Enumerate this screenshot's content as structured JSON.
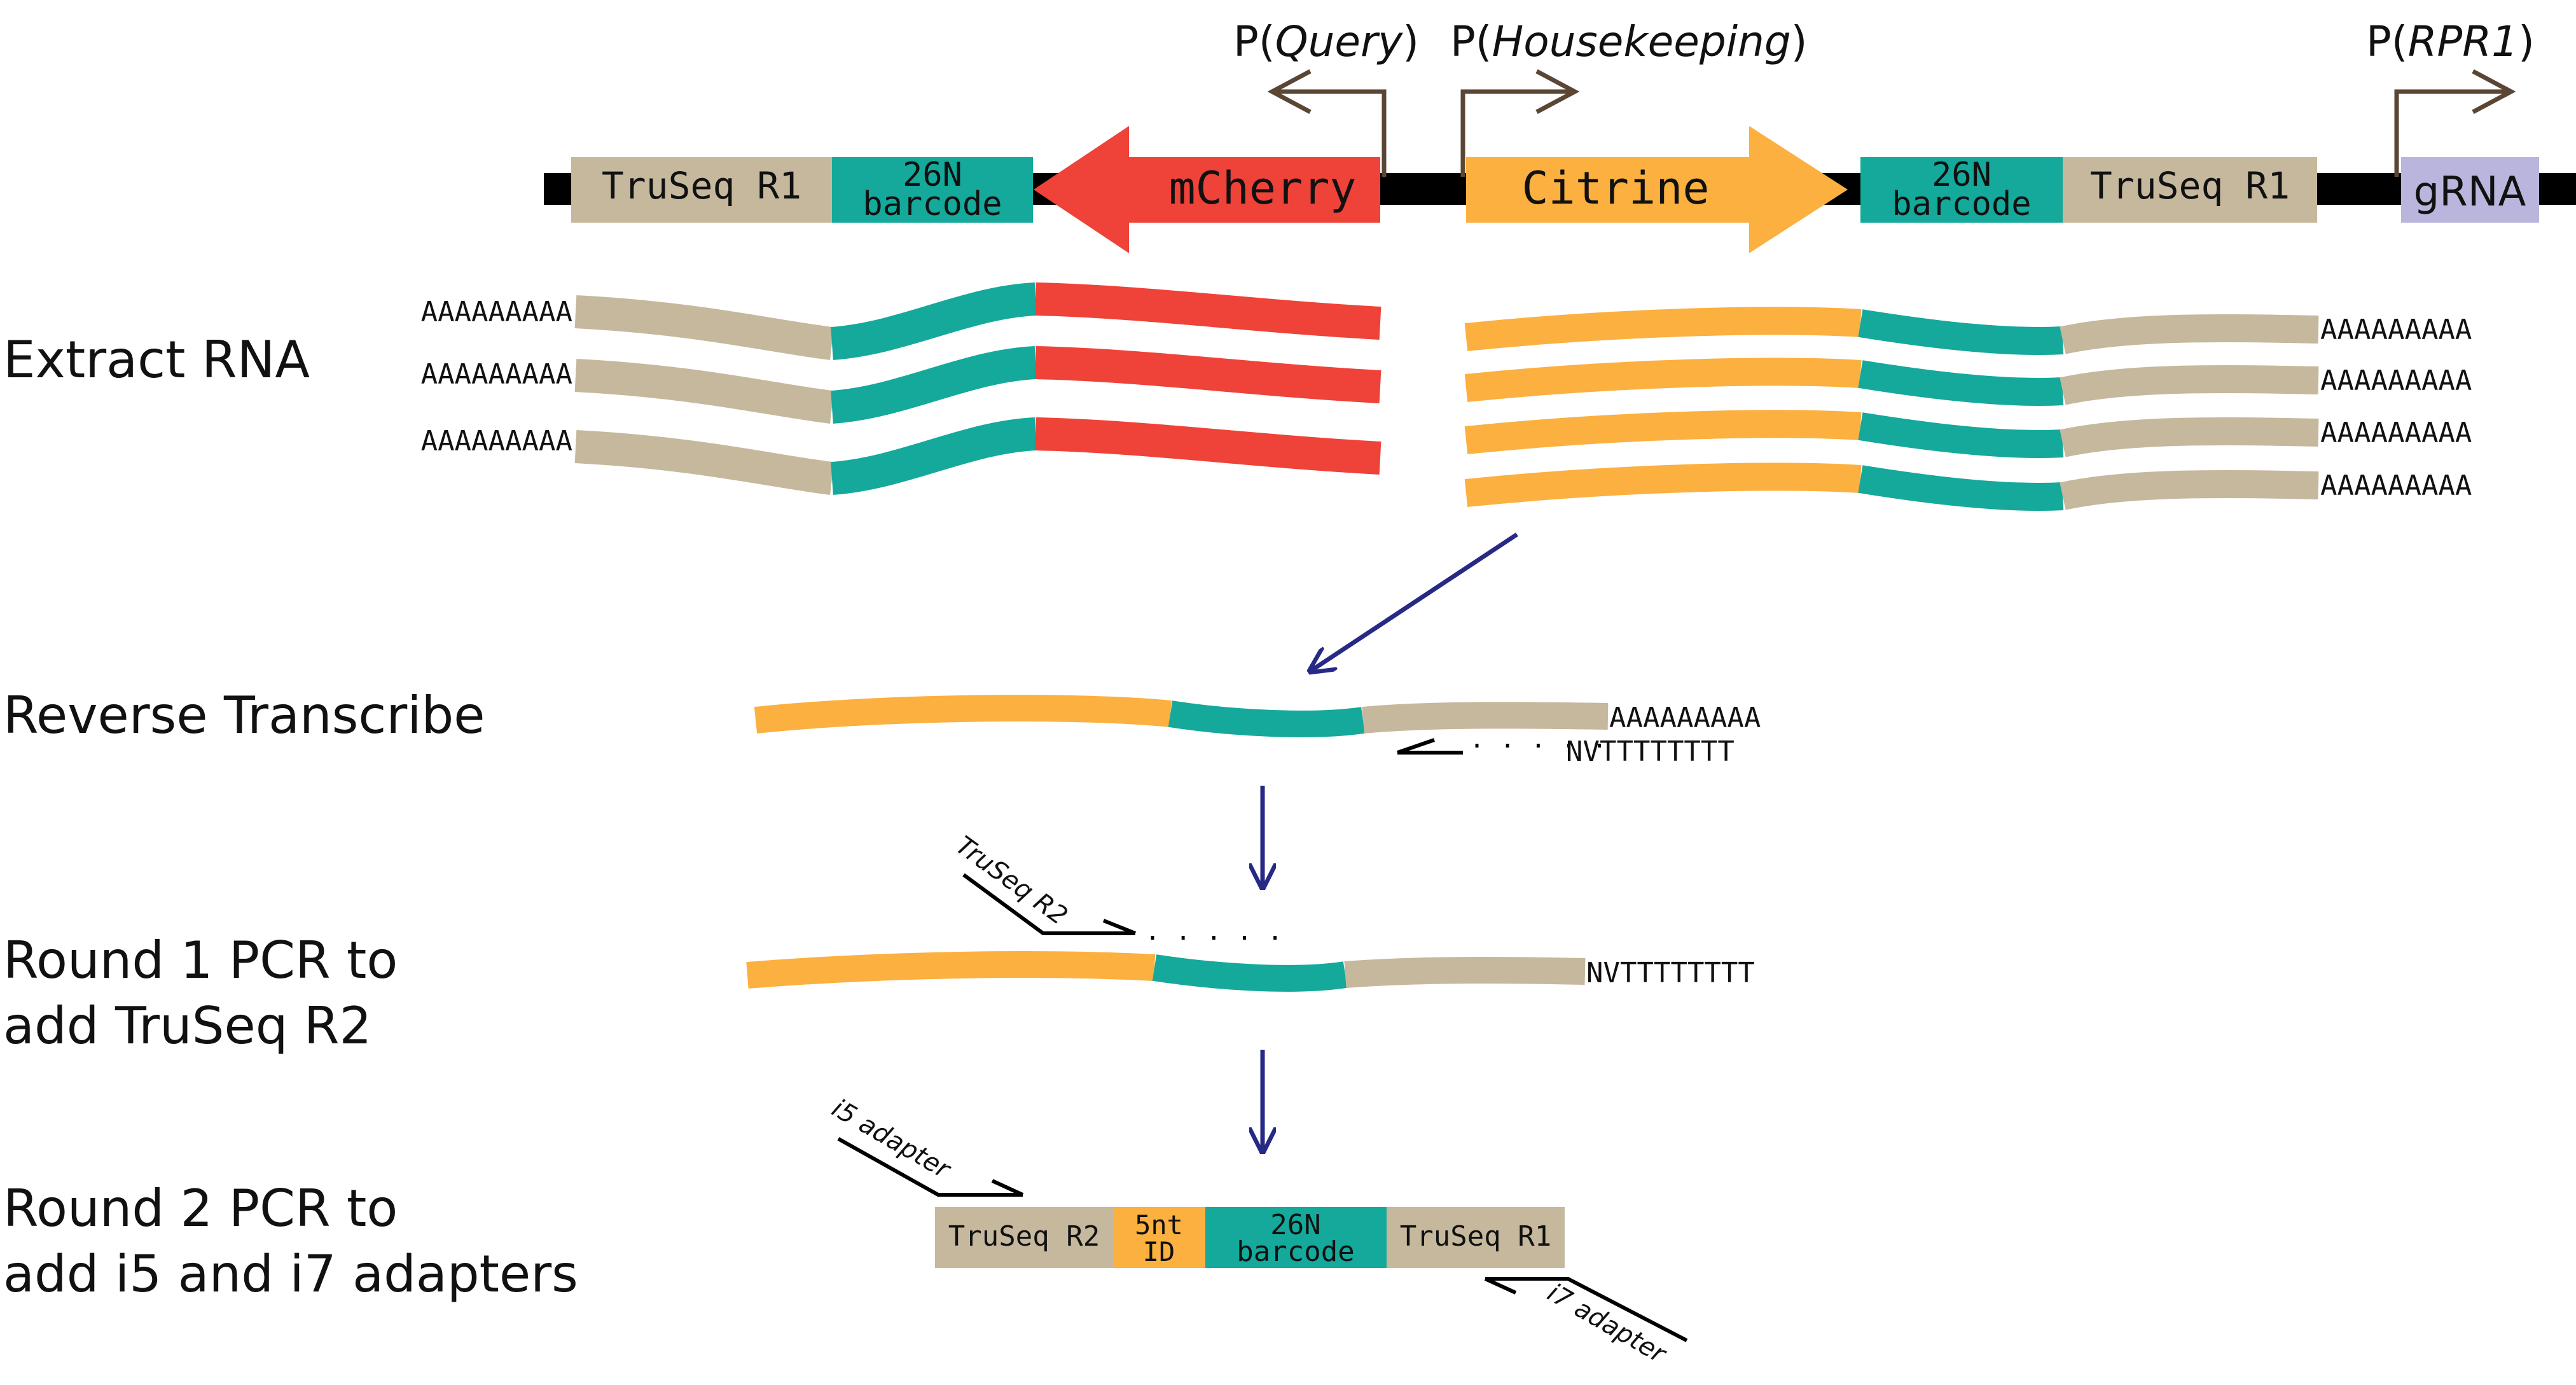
{
  "colors": {
    "backbone": "#000000",
    "truseq": "#c6b89d",
    "barcode": "#14a99b",
    "mcherry": "#ef4238",
    "citrine": "#fbb040",
    "grna": "#b9b5dc",
    "flow_arrow": "#262a85",
    "promoter_arrow": "#5b4634"
  },
  "construct": {
    "truseq_r1_left": "TruSeq R1",
    "barcode_left": [
      "26N",
      "barcode"
    ],
    "mcherry": "mCherry",
    "citrine": "Citrine",
    "barcode_right": [
      "26N",
      "barcode"
    ],
    "truseq_r1_right": "TruSeq R1",
    "grna": "gRNA"
  },
  "promoters": {
    "query": {
      "prefix": "P(",
      "name": "Query",
      "suffix": ")"
    },
    "housekeeping": {
      "prefix": "P(",
      "name": "Housekeeping",
      "suffix": ")"
    },
    "rpr1": {
      "prefix": "P(",
      "name": "RPR1",
      "suffix": ")"
    }
  },
  "steps": {
    "extract_rna": "Extract RNA",
    "reverse_transcribe": "Reverse Transcribe",
    "round1_line1": "Round 1 PCR to",
    "round1_line2": "add TruSeq R2",
    "round2_line1": "Round 2 PCR to",
    "round2_line2": "add i5 and i7 adapters"
  },
  "sequences": {
    "polyA": "AAAAAAAAA",
    "rt_primer": "NVTTTTTTTT",
    "rt_primer_dots": "· · · · ·",
    "pcr1_dots": "· · · · ·"
  },
  "primers": {
    "truseq_r2": "TruSeq R2",
    "i5": "i5 adapter",
    "i7": "i7 adapter"
  },
  "final_product": {
    "truseq_r2": "TruSeq R2",
    "id": [
      "5nt",
      "ID"
    ],
    "barcode": [
      "26N",
      "barcode"
    ],
    "truseq_r1": "TruSeq R1"
  }
}
